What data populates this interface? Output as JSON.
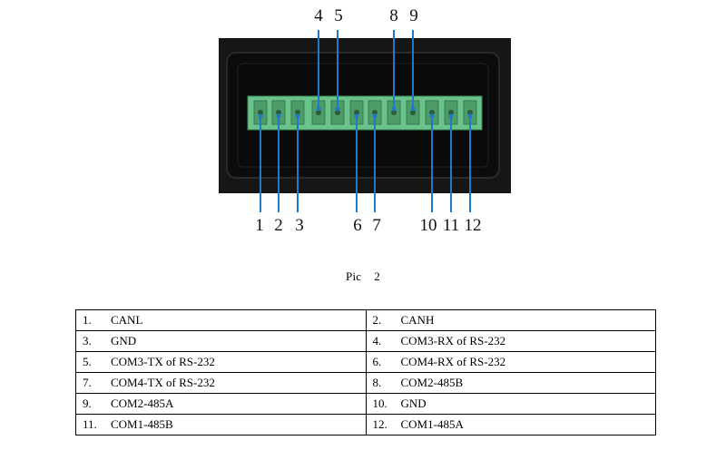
{
  "figure": {
    "top_pins": [
      {
        "pin": "4"
      },
      {
        "pin": "5"
      },
      {
        "pin": "8"
      },
      {
        "pin": "9"
      }
    ],
    "bottom_pins": [
      {
        "pin": "1"
      },
      {
        "pin": "2"
      },
      {
        "pin": "3"
      },
      {
        "pin": "6"
      },
      {
        "pin": "7"
      },
      {
        "pin": "10"
      },
      {
        "pin": "11"
      },
      {
        "pin": "12"
      }
    ],
    "colors": {
      "panel": "#161616",
      "connector": "#6ac38a",
      "leader": "#1f78c8"
    }
  },
  "caption": {
    "label": "Pic",
    "number": "2"
  },
  "pin_table": {
    "rows": [
      [
        {
          "num": "1.",
          "name": "CANL"
        },
        {
          "num": "2.",
          "name": "CANH"
        }
      ],
      [
        {
          "num": "3.",
          "name": "GND"
        },
        {
          "num": "4.",
          "name": "COM3-RX of RS-232"
        }
      ],
      [
        {
          "num": "5.",
          "name": "COM3-TX of RS-232"
        },
        {
          "num": "6.",
          "name": "COM4-RX of RS-232"
        }
      ],
      [
        {
          "num": "7.",
          "name": "COM4-TX of RS-232"
        },
        {
          "num": "8.",
          "name": "COM2-485B"
        }
      ],
      [
        {
          "num": "9.",
          "name": "COM2-485A"
        },
        {
          "num": "10.",
          "name": "GND"
        }
      ],
      [
        {
          "num": "11.",
          "name": "COM1-485B"
        },
        {
          "num": "12.",
          "name": "COM1-485A"
        }
      ]
    ]
  }
}
